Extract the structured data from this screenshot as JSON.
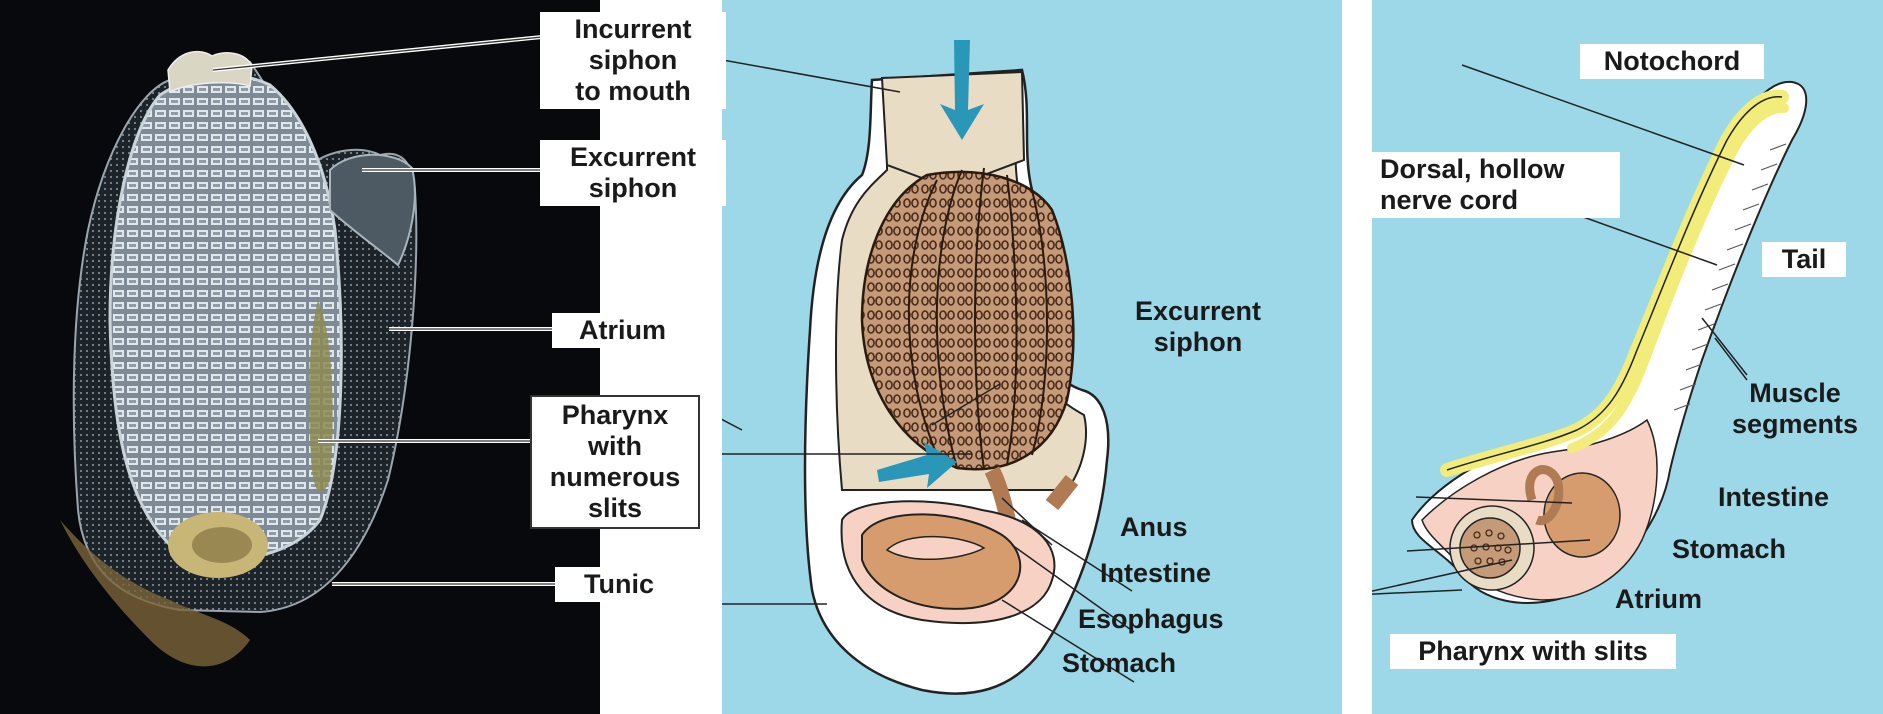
{
  "colors": {
    "photo_background": "#07090c",
    "diagram_background": "#9dd8e8",
    "tunic": "#ffffff",
    "pharynx": "#c49a78",
    "gut": "#d69c6e",
    "notochord": "#f2ec7a",
    "arrow": "#2a97b8",
    "atrium_fill": "#e9dcc4",
    "larva_pink": "#f7d2c4"
  },
  "photo_labels": {
    "incurrent_siphon": "Incurrent\nsiphon\nto mouth",
    "excurrent_siphon": "Excurrent\nsiphon",
    "atrium": "Atrium",
    "pharynx": "Pharynx\nwith\nnumerous\nslits",
    "tunic": "Tunic"
  },
  "adult_labels": {
    "excurrent_siphon": "Excurrent\nsiphon",
    "anus": "Anus",
    "intestine": "Intestine",
    "esophagus": "Esophagus",
    "stomach": "Stomach"
  },
  "larva_labels": {
    "notochord": "Notochord",
    "nerve_cord": "Dorsal, hollow\nnerve cord",
    "tail": "Tail",
    "muscle_segments": "Muscle\nsegments",
    "intestine": "Intestine",
    "stomach": "Stomach",
    "atrium": "Atrium",
    "pharynx": "Pharynx with slits"
  }
}
